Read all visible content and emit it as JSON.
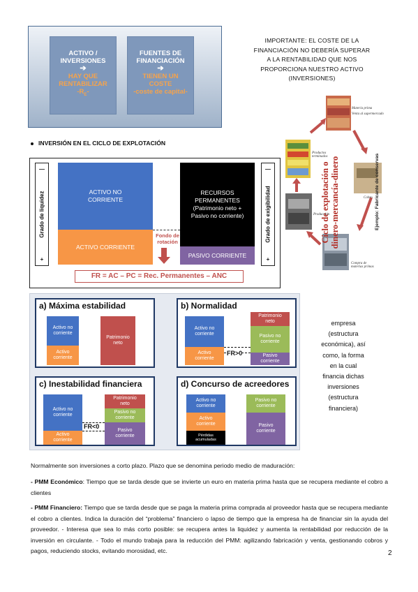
{
  "top_graphic": {
    "left_box": {
      "line1": "ACTIVO /",
      "line2": "INVERSIONES",
      "arrow": "➔",
      "line3": "HAY QUE",
      "line4": "RENTABILIZAR",
      "line5": "-R",
      "line5_sub": "E",
      "line5_end": "-"
    },
    "right_box": {
      "line1": "FUENTES DE",
      "line2": "FINANCIACIÓN",
      "arrow": "➔",
      "line3": "TIENEN UN",
      "line4": "COSTE",
      "line5": "-coste de capital-"
    }
  },
  "important_note": [
    "IMPORTANTE: EL COSTE DE LA",
    "FINANCIACIÓN NO DEBERÍA SUPERAR",
    "A LA RENTABILIDAD QUE NOS",
    "PROPORCIONA NUESTRO ACTIVO",
    "(INVERSIONES)"
  ],
  "cycle": {
    "title_line1": "Ciclo de explotación o",
    "title_line2": "dinero-mercancía-dinero",
    "example": "Ejemplo: Fabricante de conservas",
    "labels": {
      "materia": "Materia prima",
      "supermercado": "Venta al supermercado",
      "cobro": "Cobro",
      "compra": "Compra de materias primas",
      "produccion": "Producción",
      "terminados": "Productos terminados"
    }
  },
  "bullet_heading": "INVERSIÓN EN EL CICLO DE EXPLOTACIÓN",
  "balance": {
    "liquidity_label": "Grado de liquidez",
    "exigibility_label": "Grado de exigibilidad",
    "minus": "—",
    "plus": "+",
    "anc": [
      "ACTIVO NO",
      "CORRIENTE"
    ],
    "ac": "ACTIVO CORRIENTE",
    "rp": [
      "RECURSOS",
      "PERMANENTES",
      "(Patrimonio neto +",
      "Pasivo no corriente)"
    ],
    "pc": "PASIVO CORRIENTE",
    "fr_label": [
      "Fondo de",
      "rotación"
    ],
    "formula": "FR = AC – PC = Rec. Permanentes – ANC"
  },
  "scenarios": {
    "a": {
      "title": "a) Máxima estabilidad",
      "anc": [
        "Activo no",
        "corriente"
      ],
      "ac": [
        "Activo",
        "corriente"
      ],
      "pn": [
        "Patrimonio",
        "neto"
      ]
    },
    "b": {
      "title": "b) Normalidad",
      "anc": [
        "Activo no",
        "corriente"
      ],
      "ac": [
        "Activo",
        "corriente"
      ],
      "pn": [
        "Patrimonio",
        "neto"
      ],
      "pnc": [
        "Pasivo no",
        "corriente"
      ],
      "pc": [
        "Pasivo",
        "corriente"
      ],
      "fr": "FR>0"
    },
    "c": {
      "title": "c) Inestabilidad financiera",
      "anc": [
        "Activo no",
        "corriente"
      ],
      "ac": [
        "Activo",
        "corriente"
      ],
      "pn": [
        "Patrimonio",
        "neto"
      ],
      "pnc": [
        "Pasivo no",
        "corriente"
      ],
      "pc": [
        "Pasivo",
        "corriente"
      ],
      "fr": "FR<0"
    },
    "d": {
      "title": "d) Concurso de acreedores",
      "anc": [
        "Activo no",
        "corriente"
      ],
      "ac": [
        "Activo",
        "corriente"
      ],
      "losses": [
        "Pérdidas",
        "acumuladas"
      ],
      "pnc": [
        "Pasivo no",
        "corriente"
      ],
      "pc": [
        "Pasivo",
        "corriente"
      ]
    }
  },
  "side_text": [
    "empresa",
    "(estructura",
    "económica), así",
    "como, la forma",
    "en la cual",
    "financia dichas",
    "inversiones",
    "(estructura",
    "financiera)"
  ],
  "para1": "Normalmente son inversiones a corto plazo. Plazo que se denomina periodo medio de maduración:",
  "para2_label": "- PMM Económico",
  "para2_text": ": Tiempo que se tarda desde que se invierte un euro en materia prima hasta que se recupera mediante el cobro a clientes",
  "para3_label": "- PMM Financiero:",
  "para3_text": " Tiempo que se tarda desde que se paga la materia prima comprada al proveedor hasta que se recupera mediante el cobro a clientes. Indica la duración del “problema” financiero o lapso de tiempo que la empresa ha de financiar sin la ayuda del proveedor. - Interesa que sea lo más corto posible: se recupera antes la liquidez y aumenta la rentabilidad por reducción de la inversión en circulante. - Todo el mundo trabaja para la reducción del PMM: agilizando fabricación y venta, gestionando cobros y pagos, reduciendo stocks, evitando morosidad, etc.",
  "page_number": "2",
  "colors": {
    "blue": "#4472c4",
    "orange": "#f79646",
    "purple": "#8064a2",
    "red": "#c0504d",
    "green": "#9bbb59",
    "cycle_red": "#b32d25"
  }
}
